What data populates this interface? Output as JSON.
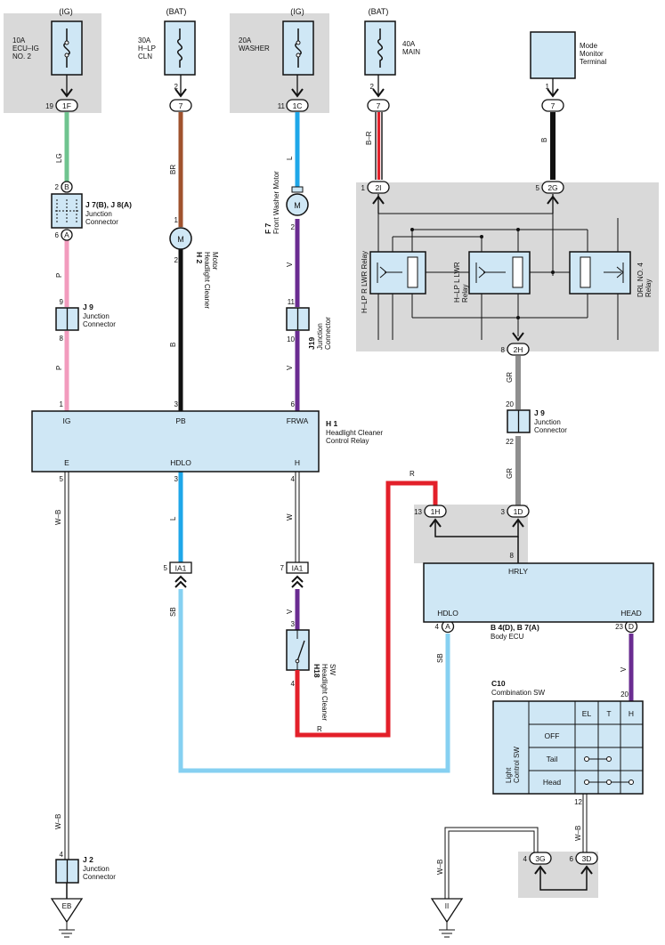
{
  "power_sources": {
    "ig1": "(IG)",
    "bat1": "(BAT)",
    "ig2": "(IG)",
    "bat2": "(BAT)"
  },
  "fuses": {
    "ecu_ig_amp": "10A",
    "ecu_ig_name1": "ECU–IG",
    "ecu_ig_name2": "NO. 2",
    "hlp_cln_amp": "30A",
    "hlp_cln_name1": "H–LP",
    "hlp_cln_name2": "CLN",
    "washer_amp": "20A",
    "washer_name": "WASHER",
    "main_amp": "40A",
    "main_name": "MAIN"
  },
  "mode_monitor": {
    "line1": "Mode",
    "line2": "Monitor",
    "line3": "Terminal"
  },
  "connectors": {
    "c1F": "1F",
    "c7a": "7",
    "c1C": "1C",
    "c7b": "7",
    "c7c": "7",
    "c2I": "2I",
    "c2G": "2G",
    "c2H": "2H",
    "c1H": "1H",
    "c1D": "1D",
    "ia1a": "IA1",
    "ia1b": "IA1",
    "cA": "A",
    "cD": "D",
    "c3G": "3G",
    "c3D": "3D",
    "cB": "B",
    "cA2": "A"
  },
  "pins": {
    "p19": "19",
    "p2a": "2",
    "p11": "11",
    "p2b": "2",
    "p1a": "1",
    "p2c": "2",
    "p6a": "6",
    "p9": "9",
    "p8a": "8",
    "p1b": "1",
    "p1c": "1",
    "p2d": "2",
    "p3a": "3",
    "p2e": "2",
    "p11b": "11",
    "p10": "10",
    "p6b": "6",
    "p1d": "1",
    "p5a": "5",
    "p8b": "8",
    "p20a": "20",
    "p22": "22",
    "p13": "13",
    "p3b": "3",
    "p8c": "8",
    "p5b": "5",
    "p3c": "3",
    "p4a": "4",
    "p7": "7",
    "p5c": "5",
    "p3d": "3",
    "p4b": "4",
    "p4c": "4",
    "p23": "23",
    "p20b": "20",
    "p12": "12",
    "p4d": "4",
    "p6c": "6",
    "p4e": "4"
  },
  "wire_colors": {
    "lg": "LG",
    "br": "BR",
    "l_top": "L",
    "b_r": "B–R",
    "b_top": "B",
    "p1": "P",
    "p2": "P",
    "b_mid": "B",
    "v1": "V",
    "v2": "V",
    "gr1": "GR",
    "gr2": "GR",
    "wb1": "W–B",
    "l_mid": "L",
    "w": "W",
    "r_top": "R",
    "sb1": "SB",
    "v3": "V",
    "sb2": "SB",
    "r_bot": "R",
    "v4": "V",
    "wb2": "W–B",
    "wb3": "W–B",
    "wb4": "W–B"
  },
  "components": {
    "j7_id": "J 7(B), J 8(A)",
    "j7_name1": "Junction",
    "j7_name2": "Connector",
    "j9a_id": "J 9",
    "j9a_name1": "Junction",
    "j9a_name2": "Connector",
    "h2_id": "H 2",
    "h2_name1": "Headlight Cleaner",
    "h2_name2": "Motor",
    "f7_id": "F 7",
    "f7_name": "Front Washer Motor",
    "j19_id": "J19",
    "j19_name1": "Junction",
    "j19_name2": "Connector",
    "hlp_r_relay": "H–LP R LWR Relay",
    "hlp_l_relay1": "H–LP L LWR",
    "hlp_l_relay2": "Relay",
    "drl_relay1": "DRL NO. 4",
    "drl_relay2": "Relay",
    "j9b_id": "J 9",
    "j9b_name1": "Junction",
    "j9b_name2": "Connector",
    "h1_id": "H 1",
    "h1_name1": "Headlight Cleaner",
    "h1_name2": "Control Relay",
    "h18_id": "H18",
    "h18_name1": "Headlight Cleaner",
    "h18_name2": "SW",
    "b4_id": "B 4(D), B 7(A)",
    "b4_name": "Body ECU",
    "c10_id": "C10",
    "c10_name": "Combination SW",
    "j2_id": "J 2",
    "j2_name1": "Junction",
    "j2_name2": "Connector"
  },
  "h1_terminals": {
    "ig": "IG",
    "pb": "PB",
    "frwa": "FRWA",
    "e": "E",
    "hdlo": "HDLO",
    "h": "H"
  },
  "ecu_terminals": {
    "hrly": "HRLY",
    "hdlo": "HDLO",
    "head": "HEAD"
  },
  "combination_sw": {
    "col_el": "EL",
    "col_t": "T",
    "col_h": "H",
    "row_off": "OFF",
    "row_tail": "Tail",
    "row_head": "Head",
    "side1": "Light",
    "side2": "Control SW"
  },
  "motor_letter": "M",
  "grounds": {
    "eb": "EB",
    "ii": "II"
  },
  "colors": {
    "wire_lg": "#6fc48f",
    "wire_br": "#a0522d",
    "wire_l": "#1ea7e9",
    "wire_p": "#f29bbd",
    "wire_b": "#111111",
    "wire_v": "#6a2c91",
    "wire_gr": "#8f8f8f",
    "wire_r": "#e3202a",
    "wire_sb": "#86d0f1",
    "component_fill": "#cfe7f5",
    "panel_gray": "#d9d9d9"
  }
}
